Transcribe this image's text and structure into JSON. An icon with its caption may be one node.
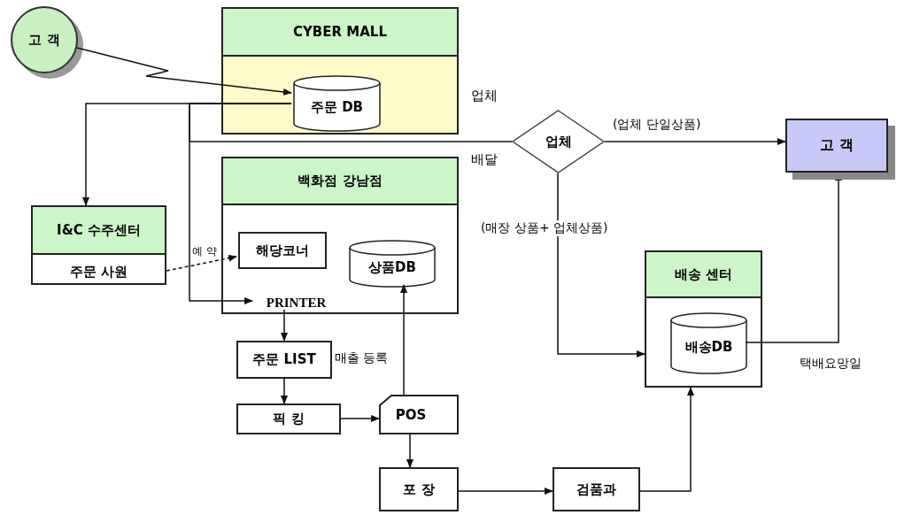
{
  "diagram": {
    "nodes": [
      {
        "text": [
          "고 객"
        ]
      },
      {
        "text": [
          "CYBER MALL"
        ]
      },
      {
        "text": [
          "주문 DB"
        ],
        "in": 1
      },
      {
        "text": [
          "I&C 수주센터",
          "주문 사원"
        ]
      },
      {
        "text": [
          "백화점 강남점"
        ]
      },
      {
        "text": [
          "해당코너"
        ],
        "in": 4
      },
      {
        "text": [
          "상품DB"
        ],
        "in": 4
      },
      {
        "text": [
          "PRINTER"
        ],
        "in": 4
      },
      {
        "text": [
          "업체"
        ]
      },
      {
        "text": [
          "고 객"
        ]
      },
      {
        "text": [
          "배송 센터"
        ]
      },
      {
        "text": [
          "배송DB"
        ],
        "in": 10
      },
      {
        "text": [
          "주문 LIST"
        ]
      },
      {
        "text": [
          "픽 킹"
        ]
      },
      {
        "text": [
          "POS"
        ]
      },
      {
        "text": [
          "포 장"
        ]
      },
      {
        "text": [
          "검품과"
        ]
      }
    ],
    "edges": [
      {
        "from": 0,
        "to": 2,
        "arrow": "to"
      },
      {
        "from": 2,
        "to": 3,
        "arrow": "to"
      },
      {
        "from": 2,
        "to": 7,
        "arrow": "to"
      },
      {
        "from": 2,
        "to": 8,
        "arrow": "none",
        "label": "업체 배달"
      },
      {
        "from": 3,
        "to": 5,
        "arrow": "to",
        "label": "예 약",
        "style": "dashed"
      },
      {
        "from": 8,
        "to": 9,
        "arrow": "to",
        "label": "(업체 단일상품)"
      },
      {
        "from": 8,
        "to": 10,
        "arrow": "to",
        "label": "(매장 상품+ 업체상품)"
      },
      {
        "from": 11,
        "to": 9,
        "arrow": "to",
        "label": "택배요망일"
      },
      {
        "from": 7,
        "to": 12,
        "arrow": "to"
      },
      {
        "from": 12,
        "to": 13,
        "arrow": "to"
      },
      {
        "from": 13,
        "to": 14,
        "arrow": "to"
      },
      {
        "from": 14,
        "to": 6,
        "arrow": "to",
        "label": "매출 등록"
      },
      {
        "from": 14,
        "to": 15,
        "arrow": "to"
      },
      {
        "from": 15,
        "to": 16,
        "arrow": "to"
      },
      {
        "from": 16,
        "to": 10,
        "arrow": "to"
      }
    ]
  }
}
